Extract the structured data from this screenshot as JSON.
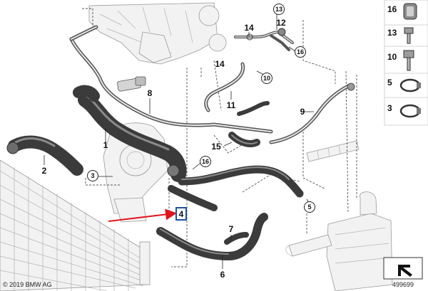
{
  "callouts": {
    "c1": "1",
    "c2": "2",
    "c3": "3",
    "c4": "4",
    "c5": "5",
    "c6": "6",
    "c7": "7",
    "c8": "8",
    "c9": "9",
    "c10": "10",
    "c11": "11",
    "c12": "12",
    "c13": "13",
    "c14a": "14",
    "c14b": "14",
    "c15": "15",
    "c16a": "16",
    "c16b": "16"
  },
  "legend": [
    "16",
    "13",
    "10",
    "5",
    "3"
  ],
  "footer": {
    "copyright": "© 2019 BMW AG",
    "diagram_number": "499699"
  },
  "colors": {
    "highlight_box": "#1f4ea3",
    "red_arrow": "#e0151b",
    "hose": "#3b3b3b"
  },
  "icons": {
    "corner_symbol": "arrow-down-left-icon"
  }
}
